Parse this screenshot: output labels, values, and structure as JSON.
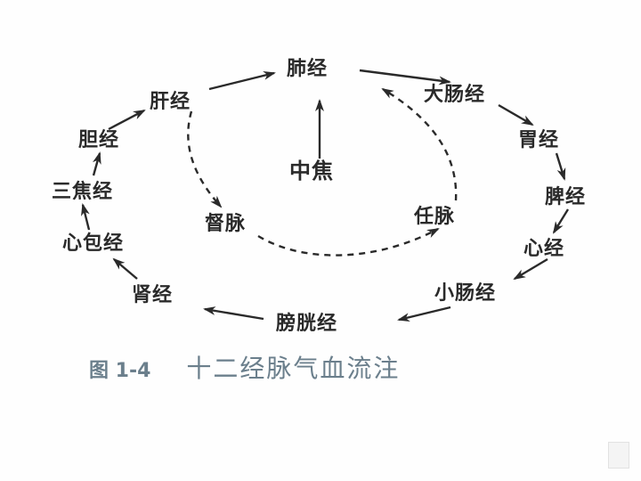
{
  "diagram": {
    "nodes": {
      "lung": "肺经",
      "large_intestine": "大肠经",
      "stomach": "胃经",
      "spleen": "脾经",
      "heart": "心经",
      "small_intestine": "小肠经",
      "bladder": "膀胱经",
      "kidney": "肾经",
      "pericardium": "心包经",
      "triple_burner": "三焦经",
      "gallbladder": "胆经",
      "liver": "肝经",
      "governor_vessel": "督脉",
      "conception_vessel": "任脉",
      "middle_burner": "中焦"
    },
    "flow_sequence": [
      "中焦",
      "肺经",
      "大肠经",
      "胃经",
      "脾经",
      "心经",
      "小肠经",
      "膀胱经",
      "肾经",
      "心包经",
      "三焦经",
      "胆经",
      "肝经",
      "肺经"
    ],
    "dashed_branch": [
      "肝经",
      "督脉",
      "任脉",
      "肺经"
    ]
  },
  "caption": {
    "figure_number": "图 1-4",
    "title": "十二经脉气血流注"
  },
  "colors": {
    "text": "#2a2a2a",
    "caption": "#6b7f8c",
    "background": "#fefefe"
  }
}
